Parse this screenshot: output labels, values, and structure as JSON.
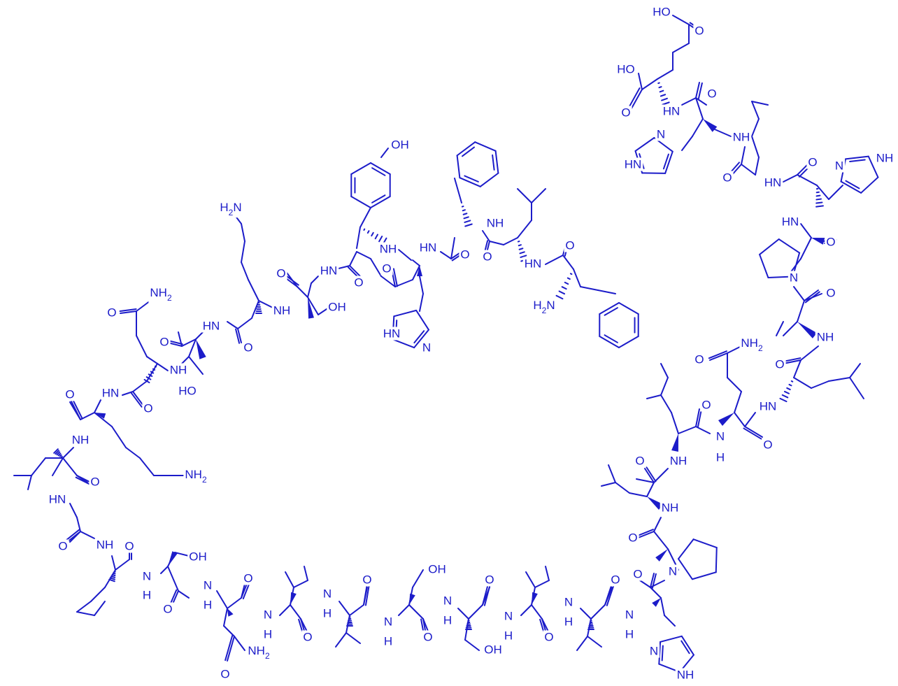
{
  "molecule": {
    "color": "#1c1cc9",
    "labels": {
      "hoc_top": "HO",
      "o_top": "O",
      "ho_glu": "HO",
      "o_glu": "O",
      "nh_glu": "HN",
      "o_his1": "O",
      "n_im1": "N",
      "hn_im1": "HN",
      "nh_his1": "NH",
      "o_leu1": "O",
      "hn_leu1": "HN",
      "o_his2": "O",
      "n_im2": "N",
      "nh_im2": "NH",
      "hn_pro1": "HN",
      "o_pro1": "O",
      "n_pro1": "N",
      "o_val1": "O",
      "nh_val1": "NH",
      "o_leu2": "O",
      "hn_leu2": "HN",
      "nh2_gln1": "NH2",
      "o_gln1_side": "O",
      "o_gln1": "O",
      "nh_gln1": "N",
      "h_gln1": "H",
      "o_leu3": "O",
      "nh_leu3": "NH",
      "o_leu4": "O",
      "nh_leu4": "NH",
      "o_pro2": "O",
      "n_pro2": "N",
      "o_his3": "O",
      "n_his3": "N",
      "h_his3": "H",
      "n_im3": "N",
      "nh_im3": "NH",
      "oh_tyr": "OH",
      "nh_phe1": "NH",
      "o_phe1": "O",
      "hn_leu5": "HN",
      "o_leu5": "O",
      "h2n_phe2": "H2N",
      "o_phe2": "O",
      "hn_his4": "HN",
      "o_his4": "O",
      "hn_im4": "HN",
      "n_im4": "N",
      "nh_tyr": "NH",
      "o_tyr": "O",
      "hn_ser1": "HN",
      "oh_ser1": "OH",
      "o_ser1": "O",
      "nh_lys1": "NH",
      "h2n_lys1": "H2N",
      "o_lys1": "O",
      "hn_thr": "HN",
      "ho_thr": "HO",
      "o_thr": "O",
      "nh_gln2": "NH",
      "nh2_gln2": "NH2",
      "o_gln2_side": "O",
      "o_gln2": "O",
      "hn_lys2": "HN",
      "nh2_lys2": "NH2",
      "o_lys2": "O",
      "nh_leu6": "NH",
      "o_leu6": "O",
      "hn_gly": "HN",
      "o_gly": "O",
      "nh_leu7": "NH",
      "o_leu7": "O",
      "nh_ser2": "N",
      "h_ser2": "H",
      "oh_ser2": "OH",
      "o_ser2": "O",
      "nh_asn": "N",
      "h_asn": "H",
      "o_asn": "O",
      "nh2_asn": "NH2",
      "o_asn_side": "O",
      "nh_val2": "N",
      "h_val2": "H",
      "o_val2": "O",
      "nh_val3": "N",
      "h_val3": "H",
      "o_val3": "O",
      "nh_ser3": "N",
      "h_ser3": "H",
      "oh_ser3": "OH",
      "o_ser3": "O",
      "nh_ser4": "N",
      "h_ser4": "H",
      "oh_ser4": "OH",
      "o_ser4": "O",
      "nh_val4": "N",
      "h_val4": "H",
      "o_val4": "O",
      "nh_val5": "N",
      "h_val5": "H",
      "o_val5": "O",
      "nh_his5": "N",
      "h_his5": "H",
      "n_im5": "N",
      "nh_im5": "NH"
    }
  }
}
